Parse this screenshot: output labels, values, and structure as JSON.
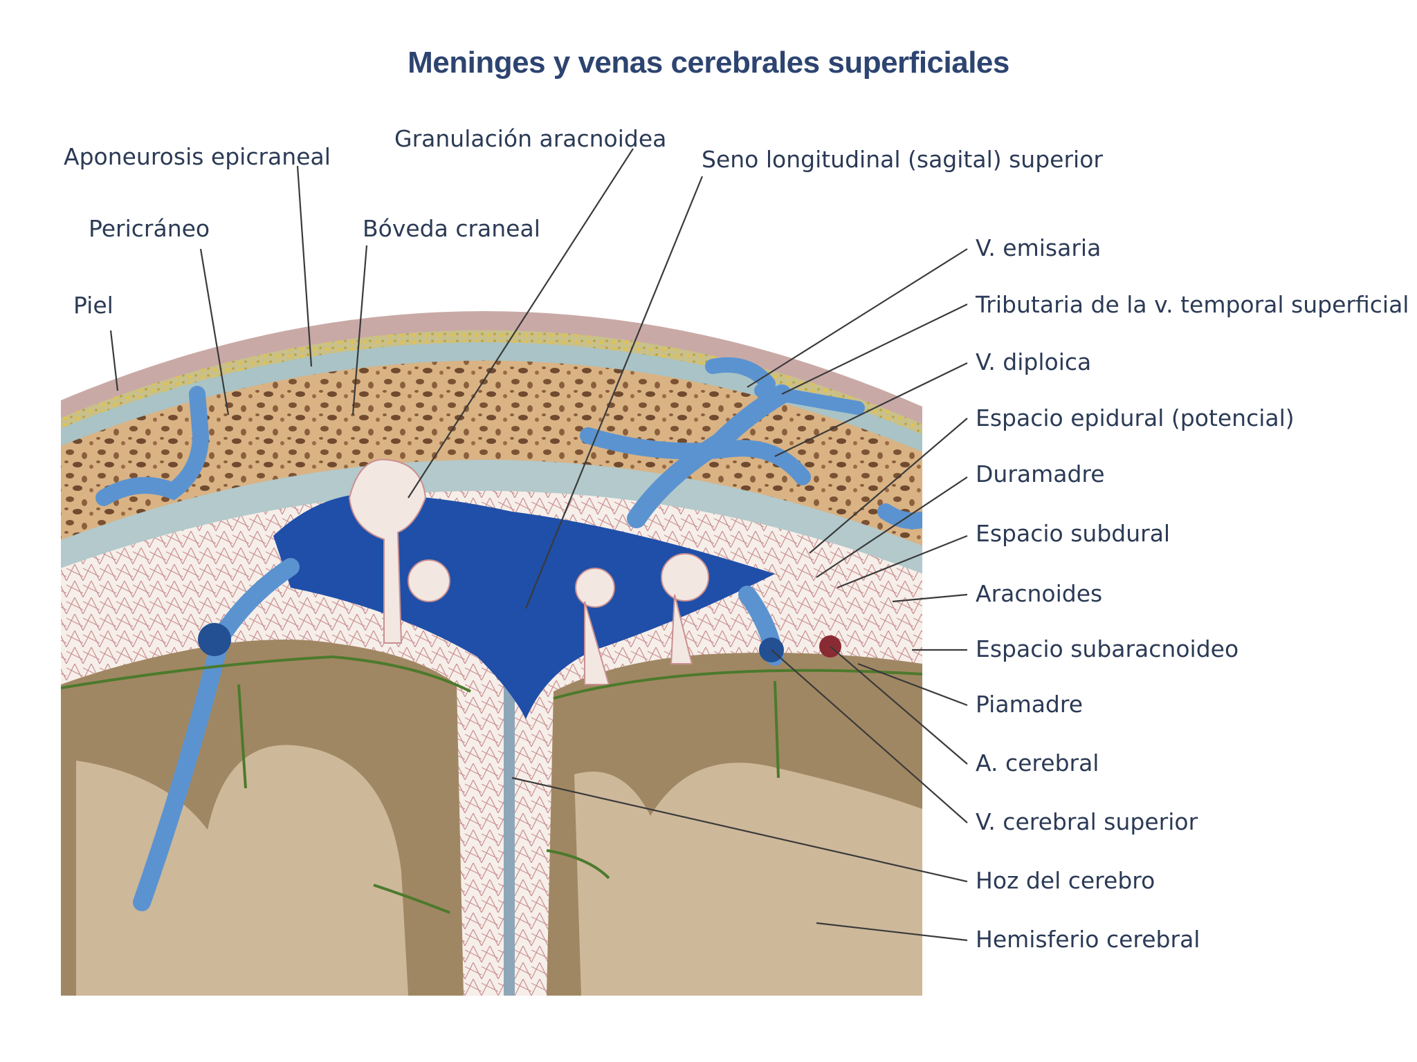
{
  "title": "Meninges y venas cerebrales superficiales",
  "colors": {
    "title": "#2d4470",
    "label_text": "#2b3a55",
    "skin": "#c9a9a6",
    "bone": "#d6ae7b",
    "venous_sinus": "#1f4fa8",
    "veins": "#5b93d0",
    "brain_gray_matter": "#a08763",
    "brain_white_matter": "#cdb89a",
    "pia_vessels": "#4c7a2c"
  },
  "labels": {
    "aponeurosis": "Aponeurosis epicraneal",
    "pericraneo": "Pericráneo",
    "piel": "Piel",
    "granulacion": "Granulación aracnoidea",
    "boveda": "Bóveda craneal",
    "seno": "Seno longitudinal (sagital) superior",
    "v_emisaria": "V. emisaria",
    "tributaria": "Tributaria de la v. temporal superficial",
    "v_diploica": "V. diploica",
    "epidural": "Espacio epidural (potencial)",
    "duramadre": "Duramadre",
    "subdural": "Espacio subdural",
    "aracnoides": "Aracnoides",
    "subaracnoideo": "Espacio subaracnoideo",
    "piamadre": "Piamadre",
    "a_cerebral": "A. cerebral",
    "v_cerebral_sup": "V. cerebral superior",
    "hoz": "Hoz del cerebro",
    "hemisferio": "Hemisferio cerebral"
  }
}
